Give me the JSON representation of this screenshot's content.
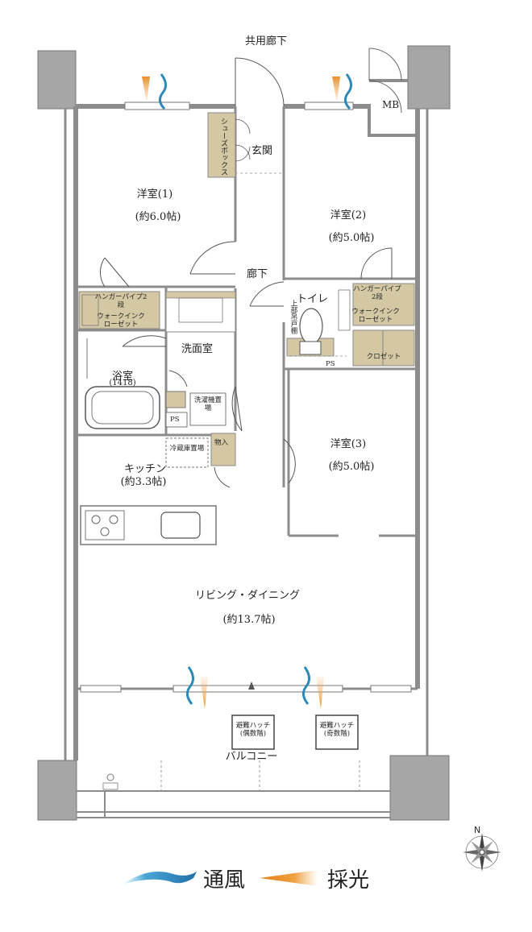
{
  "labels": {
    "corridor_common": "共用廊下",
    "mb": "MB",
    "shoebox": "シューズボックス",
    "entrance": "玄関",
    "room1_name": "洋室(1)",
    "room1_size": "(約6.0帖)",
    "room2_name": "洋室(2)",
    "room2_size": "(約5.0帖)",
    "room3_name": "洋室(3)",
    "room3_size": "(約5.0帖)",
    "hallway": "廊下",
    "hanger_pipe": "ハンガーパイプ2段",
    "walkin_closet": "ウォークインクローゼット",
    "toilet": "トイレ",
    "upper_cabinet": "上部吊戸棚",
    "closet": "クロゼット",
    "ps": "PS",
    "washroom": "洗面室",
    "bathroom": "浴室",
    "bathroom_size": "(1418)",
    "washer_place": "洗濯機置場",
    "fridge_place": "冷蔵庫置場",
    "storage": "物入",
    "kitchen": "キッチン",
    "kitchen_size": "(約3.3帖)",
    "living_dining": "リビング・ダイニング",
    "living_size": "(約13.7帖)",
    "balcony": "バルコニー",
    "hatch_even": "避難ハッチ(偶数階)",
    "hatch_odd": "避難ハッチ(奇数階)",
    "north": "N",
    "legend_wind": "通風",
    "legend_light": "採光"
  },
  "colors": {
    "wall": "#8c8c8c",
    "column": "#a6a6a6",
    "storage_fill": "#d3c8a3",
    "wind": "#2d8ab8",
    "light": "#e88f2a"
  }
}
